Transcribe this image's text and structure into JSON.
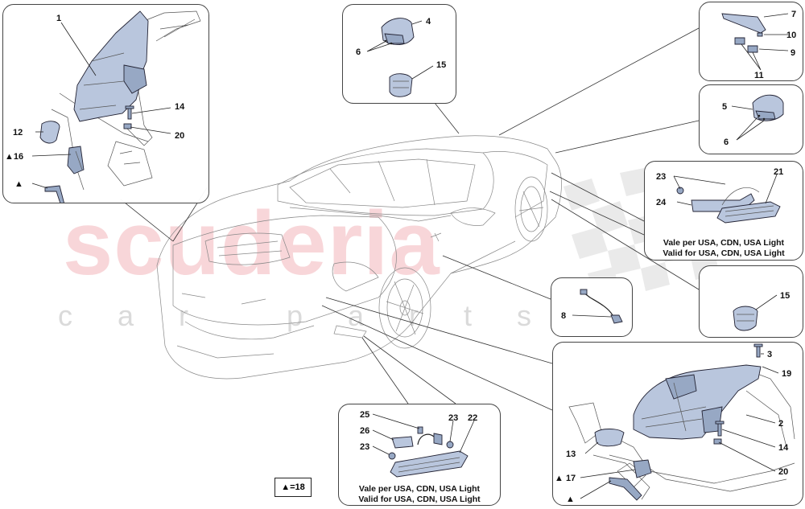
{
  "watermark": {
    "main": "scuderia",
    "sub": "car parts"
  },
  "legend": {
    "text": "▲=18"
  },
  "boxes": {
    "topleft": {
      "labels": {
        "l1": "1",
        "l14": "14",
        "l20": "20",
        "l12": "12",
        "l16": "▲16",
        "ltri": "▲"
      }
    },
    "topmid": {
      "labels": {
        "l4": "4",
        "l6": "6",
        "l15": "15"
      }
    },
    "topright": {
      "labels": {
        "l7": "7",
        "l10": "10",
        "l9": "9",
        "l11": "11"
      }
    },
    "right2": {
      "labels": {
        "l5": "5",
        "l6": "6"
      }
    },
    "right3": {
      "labels": {
        "l23": "23",
        "l24": "24",
        "l21": "21"
      },
      "caption_it": "Vale per USA, CDN, USA Light",
      "caption_en": "Valid for USA, CDN, USA Light"
    },
    "right4": {
      "labels": {
        "l15": "15"
      }
    },
    "mid8": {
      "labels": {
        "l8": "8"
      }
    },
    "bottomright": {
      "labels": {
        "l3": "3",
        "l19": "19",
        "l2": "2",
        "l14": "14",
        "l20": "20",
        "l13": "13",
        "l17": "▲ 17",
        "ltri": "▲"
      }
    },
    "bottommid": {
      "labels": {
        "l25": "25",
        "l26": "26",
        "l23a": "23",
        "l23b": "23",
        "l22": "22"
      },
      "caption_it": "Vale per USA, CDN, USA Light",
      "caption_en": "Valid for USA, CDN, USA Light"
    }
  },
  "colors": {
    "part_fill": "#b9c6dd",
    "line": "#222222",
    "watermark_red": "#e87882"
  }
}
